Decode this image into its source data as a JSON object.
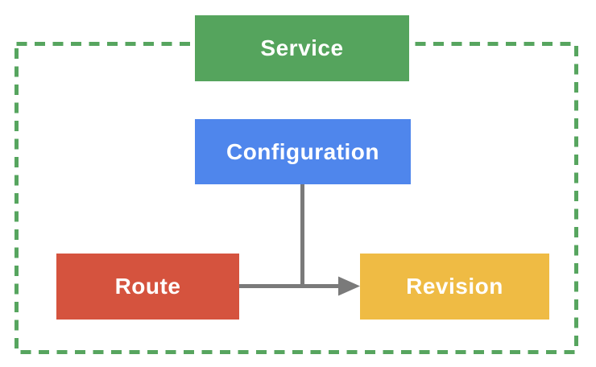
{
  "diagram": {
    "nodes": {
      "service": {
        "label": "Service",
        "color": "#55A45D"
      },
      "configuration": {
        "label": "Configuration",
        "color": "#4F86EC"
      },
      "route": {
        "label": "Route",
        "color": "#D5533E"
      },
      "revision": {
        "label": "Revision",
        "color": "#EFBB44"
      }
    },
    "edges": [
      {
        "from": "route",
        "to": "revision",
        "style": "solid",
        "arrow": true
      },
      {
        "from": "configuration",
        "to": "route-revision-edge",
        "style": "solid",
        "arrow": false
      }
    ],
    "boundary": {
      "shape": "rectangle",
      "style": "dashed",
      "color": "#57A55F",
      "encloses": [
        "configuration",
        "route",
        "revision"
      ],
      "straddled_by": "service"
    }
  },
  "colors": {
    "service-green": "#55A45D",
    "configuration-blue": "#4F86EC",
    "route-red": "#D5533E",
    "revision-yellow": "#EFBB44",
    "boundary-green": "#57A55F",
    "connector-gray": "#7A7A7A",
    "label-white": "#FFFFFF",
    "background": "#FFFFFF"
  }
}
